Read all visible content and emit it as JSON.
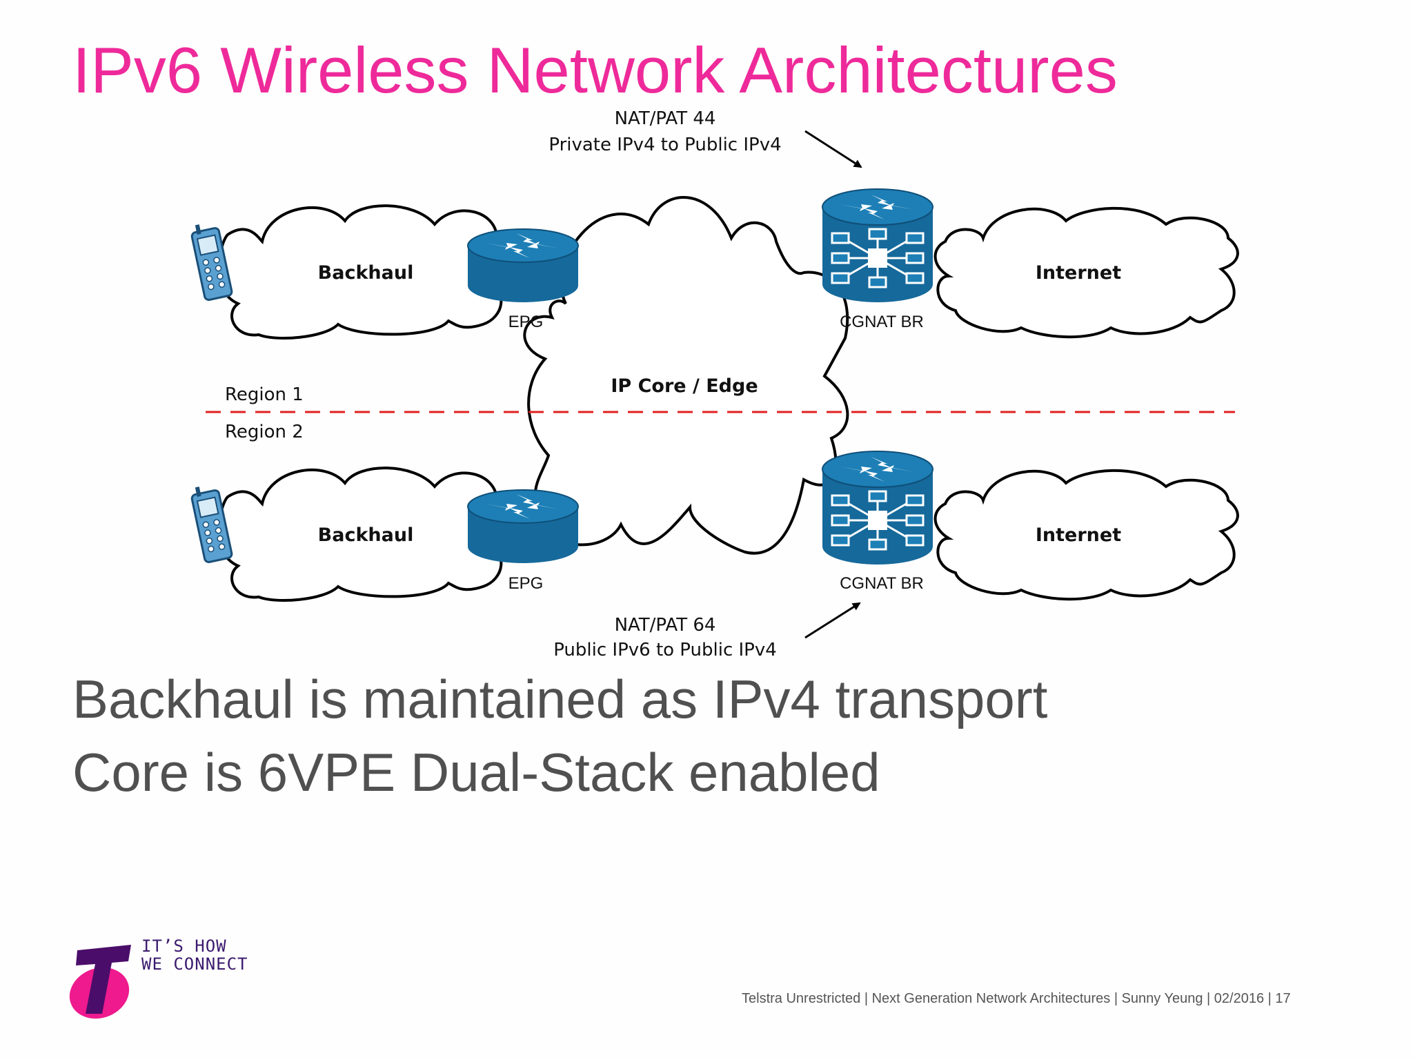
{
  "title": "IPv6 Wireless Network Architectures",
  "diagram": {
    "nat44_line1": "NAT/PAT 44",
    "nat44_line2": "Private IPv4 to Public IPv4",
    "nat64_line1": "NAT/PAT 64",
    "nat64_line2": "Public IPv6 to Public IPv4",
    "backhaul_top": "Backhaul",
    "backhaul_bottom": "Backhaul",
    "internet_top": "Internet",
    "internet_bottom": "Internet",
    "core": "IP Core / Edge",
    "epg_top": "EPG",
    "epg_bottom": "EPG",
    "cgnat_top": "CGNAT BR",
    "cgnat_bottom": "CGNAT BR",
    "region1": "Region 1",
    "region2": "Region 2",
    "colors": {
      "device": "#1a6a9e",
      "divider": "#e02020",
      "title": "#ee2a9a"
    }
  },
  "bullets": {
    "line1": "Backhaul is maintained as IPv4 transport",
    "line2": "Core is 6VPE Dual-Stack enabled"
  },
  "brand": {
    "tagline_line1": "IT’S HOW",
    "tagline_line2": "WE CONNECT"
  },
  "footer": "Telstra Unrestricted | Next Generation Network Architectures | Sunny Yeung | 02/2016 | 17"
}
